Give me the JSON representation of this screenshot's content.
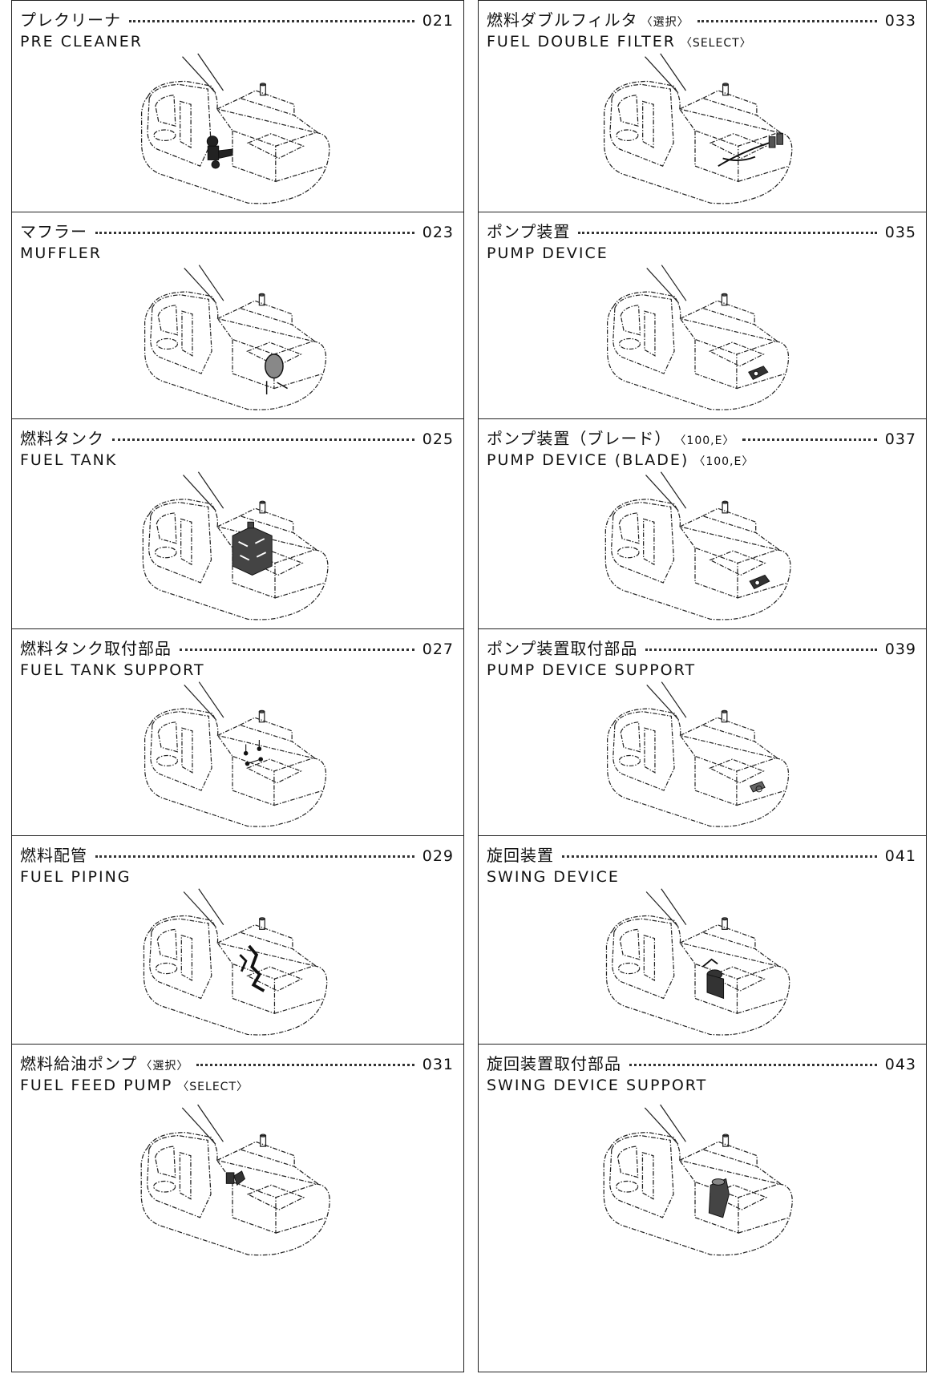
{
  "sections": [
    {
      "jp": "プレクリーナ",
      "jp_note": "",
      "num": "021",
      "en": "PRE CLEANER",
      "en_note": "",
      "highlight": "precleaner"
    },
    {
      "jp": "マフラー",
      "jp_note": "",
      "num": "023",
      "en": "MUFFLER",
      "en_note": "",
      "highlight": "muffler"
    },
    {
      "jp": "燃料タンク",
      "jp_note": "",
      "num": "025",
      "en": "FUEL TANK",
      "en_note": "",
      "highlight": "tank"
    },
    {
      "jp": "燃料タンク取付部品",
      "jp_note": "",
      "num": "027",
      "en": "FUEL TANK SUPPORT",
      "en_note": "",
      "highlight": "tanksupport"
    },
    {
      "jp": "燃料配管",
      "jp_note": "",
      "num": "029",
      "en": "FUEL PIPING",
      "en_note": "",
      "highlight": "piping"
    },
    {
      "jp": "燃料給油ポンプ",
      "jp_note": "〈選択〉",
      "num": "031",
      "en": "FUEL FEED PUMP",
      "en_note": "〈SELECT〉",
      "highlight": "feedpump"
    },
    {
      "jp": "燃料ダブルフィルタ",
      "jp_note": "〈選択〉",
      "num": "033",
      "en": "FUEL DOUBLE FILTER",
      "en_note": "〈SELECT〉",
      "highlight": "filter"
    },
    {
      "jp": "ポンプ装置",
      "jp_note": "",
      "num": "035",
      "en": "PUMP DEVICE",
      "en_note": "",
      "highlight": "pump"
    },
    {
      "jp": "ポンプ装置（ブレード）",
      "jp_note": "〈100,E〉",
      "num": "037",
      "en": "PUMP DEVICE (BLADE)",
      "en_note": "〈100,E〉",
      "highlight": "pump"
    },
    {
      "jp": "ポンプ装置取付部品",
      "jp_note": "",
      "num": "039",
      "en": "PUMP DEVICE SUPPORT",
      "en_note": "",
      "highlight": "pumpsupport"
    },
    {
      "jp": "旋回装置",
      "jp_note": "",
      "num": "041",
      "en": "SWING DEVICE",
      "en_note": "",
      "highlight": "swing"
    },
    {
      "jp": "旋回装置取付部品",
      "jp_note": "",
      "num": "043",
      "en": "SWING DEVICE SUPPORT",
      "en_note": "",
      "highlight": "swingsupport"
    }
  ]
}
